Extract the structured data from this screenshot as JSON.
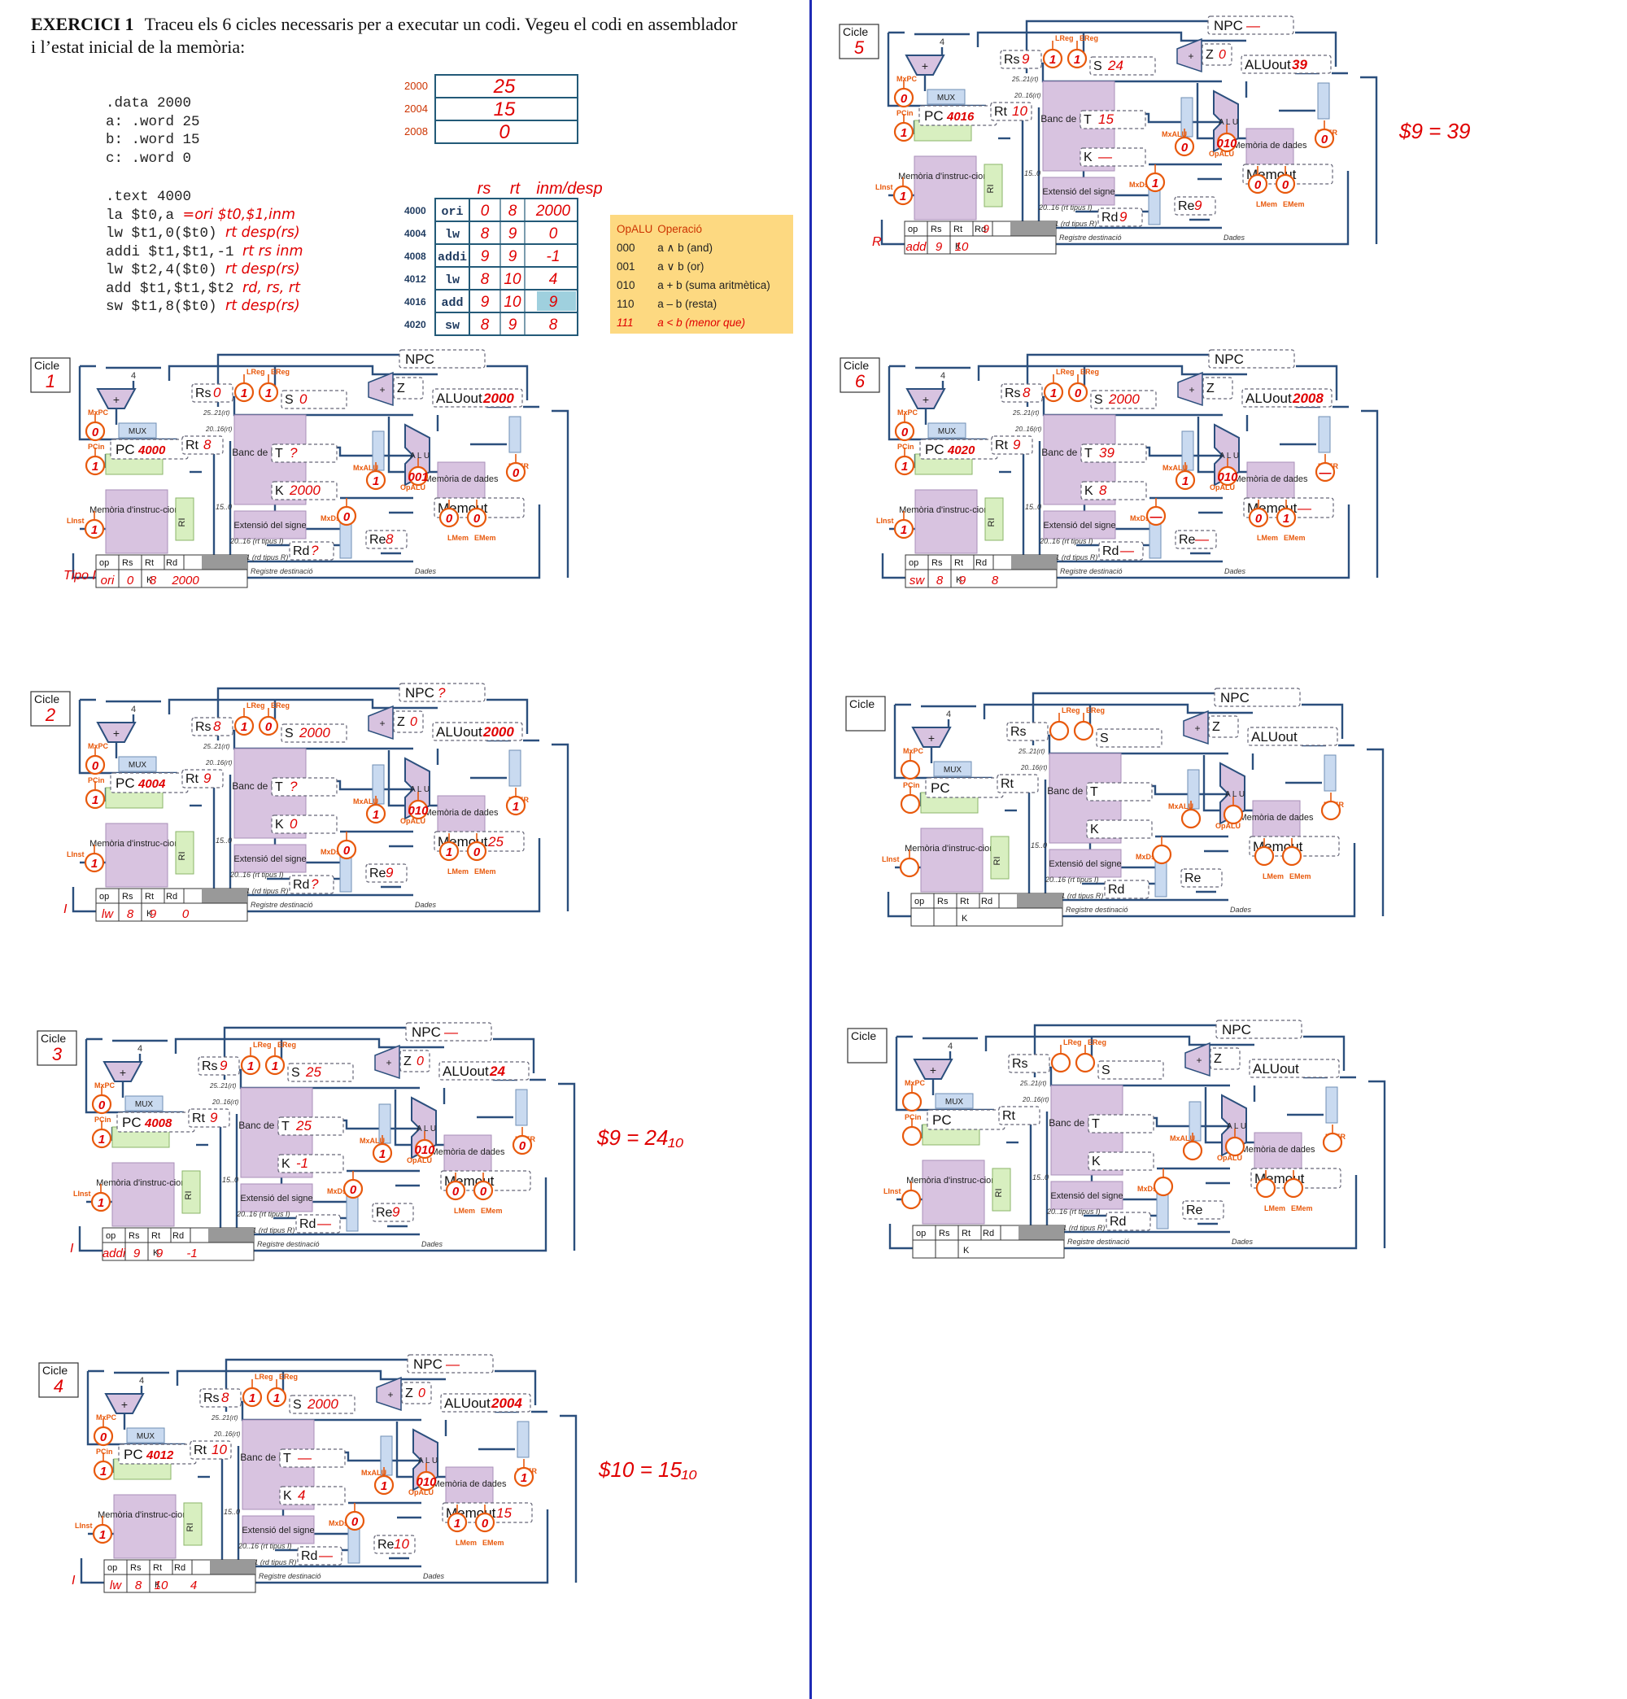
{
  "header": {
    "exercise": "EXERCICI 1",
    "line1": "Traceu els 6 cicles necessaris per a executar un codi. Vegeu el codi en assemblador",
    "line2": "i l’estat inicial de la memòria:"
  },
  "code_data": [
    ".data 2000",
    "a: .word 25",
    "b: .word 15",
    "c: .word 0"
  ],
  "code_text": [
    {
      "code": ".text 4000",
      "note": ""
    },
    {
      "code": "la $t0,a",
      "note": "=ori $t0,$1,inm"
    },
    {
      "code": "lw $t1,0($t0)",
      "note": "rt desp(rs)"
    },
    {
      "code": "addi $t1,$t1,-1",
      "note": "rt rs inm"
    },
    {
      "code": "lw $t2,4($t0)",
      "note": "rt desp(rs)"
    },
    {
      "code": "add $t1,$t1,$t2",
      "note": "rd, rs, rt"
    },
    {
      "code": "sw $t1,8($t0)",
      "note": "rt desp(rs)"
    }
  ],
  "data_memory": [
    {
      "addr": "2000",
      "value": "25"
    },
    {
      "addr": "2004",
      "value": "15"
    },
    {
      "addr": "2008",
      "value": "0"
    }
  ],
  "instr_header": {
    "rs": "rs",
    "rt": "rt",
    "imm": "inm/desp"
  },
  "instr_memory": [
    {
      "addr": "4000",
      "op": "ori",
      "rs": "0",
      "rt": "8",
      "imm": "2000"
    },
    {
      "addr": "4004",
      "op": "lw",
      "rs": "8",
      "rt": "9",
      "imm": "0"
    },
    {
      "addr": "4008",
      "op": "addi",
      "rs": "9",
      "rt": "9",
      "imm": "-1"
    },
    {
      "addr": "4012",
      "op": "lw",
      "rs": "8",
      "rt": "10",
      "imm": "4"
    },
    {
      "addr": "4016",
      "op": "add",
      "rs": "9",
      "rt": "10",
      "imm": "9"
    },
    {
      "addr": "4020",
      "op": "sw",
      "rs": "8",
      "rt": "9",
      "imm": "8"
    }
  ],
  "opalu_table": {
    "header": [
      "OpALU",
      "Operació"
    ],
    "rows": [
      [
        "000",
        "a ∧ b (and)"
      ],
      [
        "001",
        "a ∨ b (or)"
      ],
      [
        "010",
        "a + b (suma aritmètica)"
      ],
      [
        "110",
        "a – b (resta)"
      ],
      [
        "111",
        "a < b (menor que)"
      ]
    ]
  },
  "labels": {
    "cicle": "Cicle",
    "npc": "NPC",
    "aluout": "ALUout",
    "z": "Z",
    "s": "S",
    "t": "T",
    "k": "K",
    "rs": "Rs",
    "rt": "Rt",
    "rd": "Rd",
    "re": "Re",
    "pc": "PC",
    "ri": "RI",
    "mux": "MUX",
    "four": "4",
    "plus": "+",
    "alu": "A L U",
    "banc": "Banc de registres",
    "ext": "Extensió del signe",
    "meminst": "Memòria d'instruc-cions",
    "memdades": "Memòria de dades",
    "memout": "Memout",
    "lreg": "LReg",
    "ereg": "EReg",
    "mxpc": "MxPC",
    "pcin": "PCin",
    "linst": "LInst",
    "mxalu": "MxALU",
    "opalu": "OpALU",
    "mxdst": "MxDst",
    "mxer": "MxER",
    "lmem": "LMem",
    "emem": "EMem",
    "b2521": "25..21(rt)",
    "b2016a": "20..16(rt)",
    "b150": "15..0",
    "b2016b": "20..16 (rt tipus I)",
    "b1511": "15..11 (rd tipus R)",
    "regdest": "Registre destinació",
    "dades": "Dades",
    "f_op": "op",
    "f_rs": "Rs",
    "f_rt": "Rt",
    "f_rd": "Rd",
    "f_k": "K"
  },
  "cycles": [
    {
      "num": "1",
      "s": "0",
      "t": "?",
      "k": "2000",
      "rs": "0",
      "rt": "8",
      "rd": "?",
      "re": "8",
      "pc": "4000",
      "npc": "",
      "z": "",
      "aluout": "2000",
      "memout": "",
      "lreg": "1",
      "ereg": "1",
      "mxpc": "0",
      "pcin": "1",
      "linst": "1",
      "mxalu": "1",
      "opalu": "001",
      "mxdst": "0",
      "mxer": "0",
      "lmem": "0",
      "emem": "0",
      "type": "Tipo I",
      "f_op": "ori",
      "f_rs": "0",
      "f_rt": "8",
      "f_rd": "",
      "f_k": "2000",
      "side": ""
    },
    {
      "num": "2",
      "s": "2000",
      "t": "?",
      "k": "0",
      "rs": "8",
      "rt": "9",
      "rd": "?",
      "re": "9",
      "pc": "4004",
      "npc": "?",
      "z": "0",
      "aluout": "2000",
      "memout": "25",
      "lreg": "1",
      "ereg": "0",
      "mxpc": "0",
      "pcin": "1",
      "linst": "1",
      "mxalu": "1",
      "opalu": "010",
      "mxdst": "0",
      "mxer": "1",
      "lmem": "1",
      "emem": "0",
      "type": "I",
      "f_op": "lw",
      "f_rs": "8",
      "f_rt": "9",
      "f_rd": "",
      "f_k": "0",
      "side": ""
    },
    {
      "num": "3",
      "s": "25",
      "t": "25",
      "k": "-1",
      "rs": "9",
      "rt": "9",
      "rd": "—",
      "re": "9",
      "pc": "4008",
      "npc": "—",
      "z": "0",
      "aluout": "24",
      "memout": "",
      "lreg": "1",
      "ereg": "1",
      "mxpc": "0",
      "pcin": "1",
      "linst": "1",
      "mxalu": "1",
      "opalu": "010",
      "mxdst": "0",
      "mxer": "0",
      "lmem": "0",
      "emem": "0",
      "type": "I",
      "f_op": "addi",
      "f_rs": "9",
      "f_rt": "9",
      "f_rd": "",
      "f_k": "-1",
      "side": "$9 = 24₁₀"
    },
    {
      "num": "4",
      "s": "2000",
      "t": "—",
      "k": "4",
      "rs": "8",
      "rt": "10",
      "rd": "—",
      "re": "10",
      "pc": "4012",
      "npc": "—",
      "z": "0",
      "aluout": "2004",
      "memout": "15",
      "lreg": "1",
      "ereg": "1",
      "mxpc": "0",
      "pcin": "1",
      "linst": "1",
      "mxalu": "1",
      "opalu": "010",
      "mxdst": "0",
      "mxer": "1",
      "lmem": "1",
      "emem": "0",
      "type": "I",
      "f_op": "lw",
      "f_rs": "8",
      "f_rt": "10",
      "f_rd": "",
      "f_k": "4",
      "side": "$10 = 15₁₀"
    },
    {
      "num": "5",
      "s": "24",
      "t": "15",
      "k": "—",
      "rs": "9",
      "rt": "10",
      "rd": "9",
      "re": "9",
      "pc": "4016",
      "npc": "—",
      "z": "0",
      "aluout": "39",
      "memout": "",
      "lreg": "1",
      "ereg": "1",
      "mxpc": "0",
      "pcin": "1",
      "linst": "1",
      "mxalu": "0",
      "opalu": "010",
      "mxdst": "1",
      "mxer": "0",
      "lmem": "0",
      "emem": "0",
      "type": "R",
      "f_op": "add",
      "f_rs": "9",
      "f_rt": "10",
      "f_rd": "9",
      "f_k": "",
      "side": "$9 = 39"
    },
    {
      "num": "6",
      "s": "2000",
      "t": "39",
      "k": "8",
      "rs": "8",
      "rt": "9",
      "rd": "—",
      "re": "—",
      "pc": "4020",
      "npc": "",
      "z": "",
      "aluout": "2008",
      "memout": "—",
      "lreg": "1",
      "ereg": "0",
      "mxpc": "0",
      "pcin": "1",
      "linst": "1",
      "mxalu": "1",
      "opalu": "010",
      "mxdst": "—",
      "mxer": "—",
      "lmem": "0",
      "emem": "1",
      "type": "",
      "f_op": "sw",
      "f_rs": "8",
      "f_rt": "9",
      "f_rd": "",
      "f_k": "8",
      "side": ""
    },
    {
      "num": "",
      "s": "",
      "t": "",
      "k": "",
      "rs": "",
      "rt": "",
      "rd": "",
      "re": "",
      "pc": "",
      "npc": "",
      "z": "",
      "aluout": "",
      "memout": "",
      "lreg": "",
      "ereg": "",
      "mxpc": "",
      "pcin": "",
      "linst": "",
      "mxalu": "",
      "opalu": "",
      "mxdst": "",
      "mxer": "",
      "lmem": "",
      "emem": "",
      "type": "",
      "f_op": "",
      "f_rs": "",
      "f_rt": "",
      "f_rd": "",
      "f_k": "",
      "side": ""
    },
    {
      "num": "",
      "s": "",
      "t": "",
      "k": "",
      "rs": "",
      "rt": "",
      "rd": "",
      "re": "",
      "pc": "",
      "npc": "",
      "z": "",
      "aluout": "",
      "memout": "",
      "lreg": "",
      "ereg": "",
      "mxpc": "",
      "pcin": "",
      "linst": "",
      "mxalu": "",
      "opalu": "",
      "mxdst": "",
      "mxer": "",
      "lmem": "",
      "emem": "",
      "type": "",
      "f_op": "",
      "f_rs": "",
      "f_rt": "",
      "f_rd": "",
      "f_k": "",
      "side": ""
    }
  ]
}
